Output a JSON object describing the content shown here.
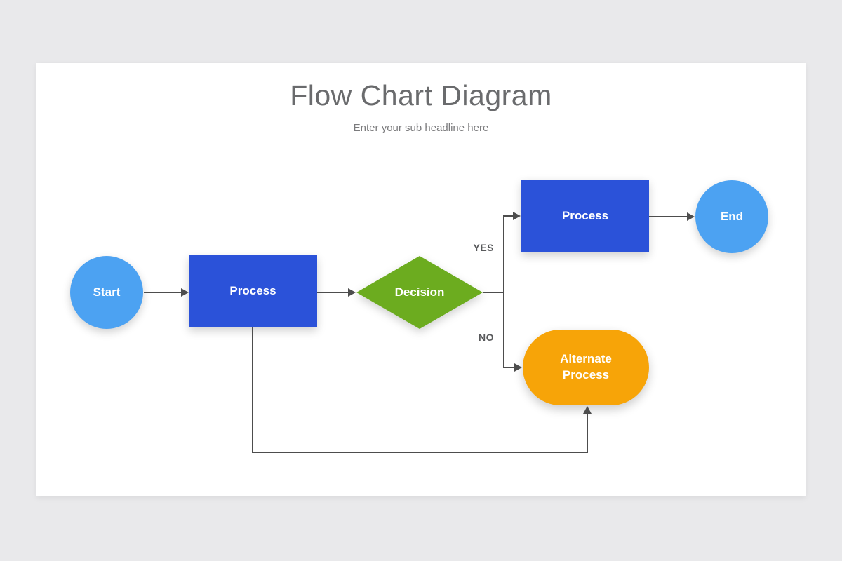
{
  "title": "Flow Chart Diagram",
  "subtitle": "Enter your sub headline here",
  "flowchart": {
    "nodes": {
      "start": {
        "label": "Start",
        "type": "circle"
      },
      "process1": {
        "label": "Process",
        "type": "rectangle"
      },
      "decision": {
        "label": "Decision",
        "type": "diamond"
      },
      "process2": {
        "label": "Process",
        "type": "rectangle"
      },
      "end": {
        "label": "End",
        "type": "circle"
      },
      "alternate": {
        "label": "Alternate Process",
        "type": "stadium"
      }
    },
    "edge_labels": {
      "yes": "YES",
      "no": "NO"
    }
  },
  "colors": {
    "canvas_bg": "#E9E9EB",
    "slide_bg": "#FFFFFF",
    "title_text": "#6A6B6D",
    "subtitle_text": "#7B7B7D",
    "node_start_end": "#4CA2F2",
    "node_process": "#2B52D9",
    "node_decision": "#6CAC1F",
    "node_alternate": "#F7A408",
    "node_text": "#FFFFFF",
    "connector": "#4D4D4D",
    "edge_label_text": "#595A5C"
  }
}
